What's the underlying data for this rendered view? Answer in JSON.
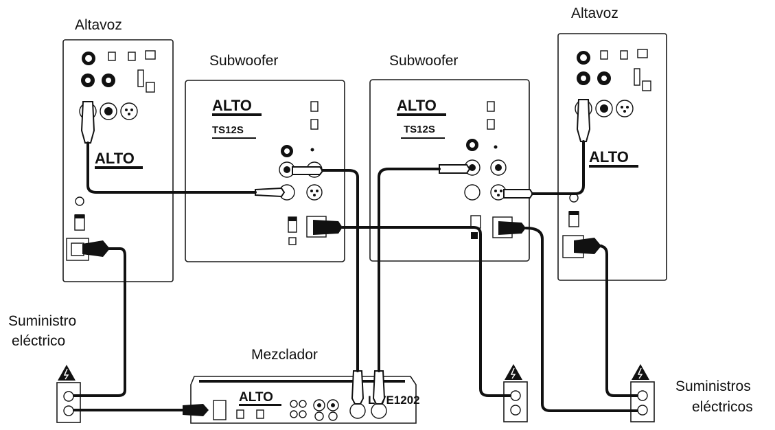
{
  "labels": {
    "speaker_left": "Altavoz",
    "speaker_right": "Altavoz",
    "subwoofer_left": "Subwoofer",
    "subwoofer_right": "Subwoofer",
    "mixer": "Mezclador",
    "power_left_line1": "Suministro",
    "power_left_line2": "eléctrico",
    "power_right_line1": "Suministros",
    "power_right_line2": "eléctricos"
  },
  "device_markings": {
    "brand": "ALTO",
    "sub_model_left": "TS12S",
    "sub_model_right": "TS12S",
    "mixer_model": "LIVE1202"
  },
  "colors": {
    "line": "#111111",
    "background": "#ffffff"
  }
}
